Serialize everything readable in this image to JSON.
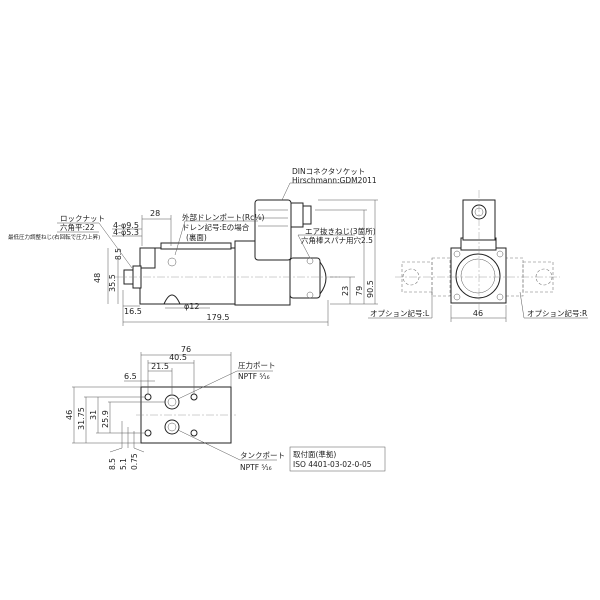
{
  "side_view": {
    "din_label_1": "DINコネクタソケット",
    "din_label_2": "Hirschmann:GDM2011",
    "lock_nut": "ロックナット",
    "hex_22": "六角平:22",
    "adjust_screw": "最低圧力調整ねじ(右回転で圧力上昇)",
    "hole_95": "4-φ9.5",
    "hole_53": "4-φ5.3",
    "drain_1": "外部ドレンポート(Rc⅛)",
    "drain_2": "ドレン記号:Eの場合",
    "drain_3": "(裏面)",
    "air_1": "エア抜きねじ(3箇所)",
    "air_2": "六角棒スパナ用穴2.5",
    "dim_28": "28",
    "dim_48": "48",
    "dim_35_5": "35.5",
    "dim_8_5": "8.5",
    "dim_16_5": "16.5",
    "dim_phi12": "φ12",
    "dim_179_5": "179.5",
    "dim_23": "23",
    "dim_79": "79",
    "dim_90_5": "90.5"
  },
  "end_view": {
    "option_l": "オプション記号:L",
    "option_r": "オプション記号:R",
    "dim_46": "46"
  },
  "mount_view": {
    "dim_76": "76",
    "dim_40_5": "40.5",
    "dim_21_5": "21.5",
    "dim_6_5": "6.5",
    "dim_46": "46",
    "dim_31_75": "31.75",
    "dim_31": "31",
    "dim_25_9": "25.9",
    "dim_8_5": "8.5",
    "dim_5_1": "5.1",
    "dim_0_75": "0.75",
    "pressure_port": "圧力ポート",
    "pressure_thread": "NPTF ⁵⁄₁₆",
    "tank_port": "タンクポート",
    "tank_thread": "NPTF ⁵⁄₁₆",
    "mount_title": "取付面(準拠)",
    "mount_std": "ISO 4401-03-02-0-05"
  }
}
